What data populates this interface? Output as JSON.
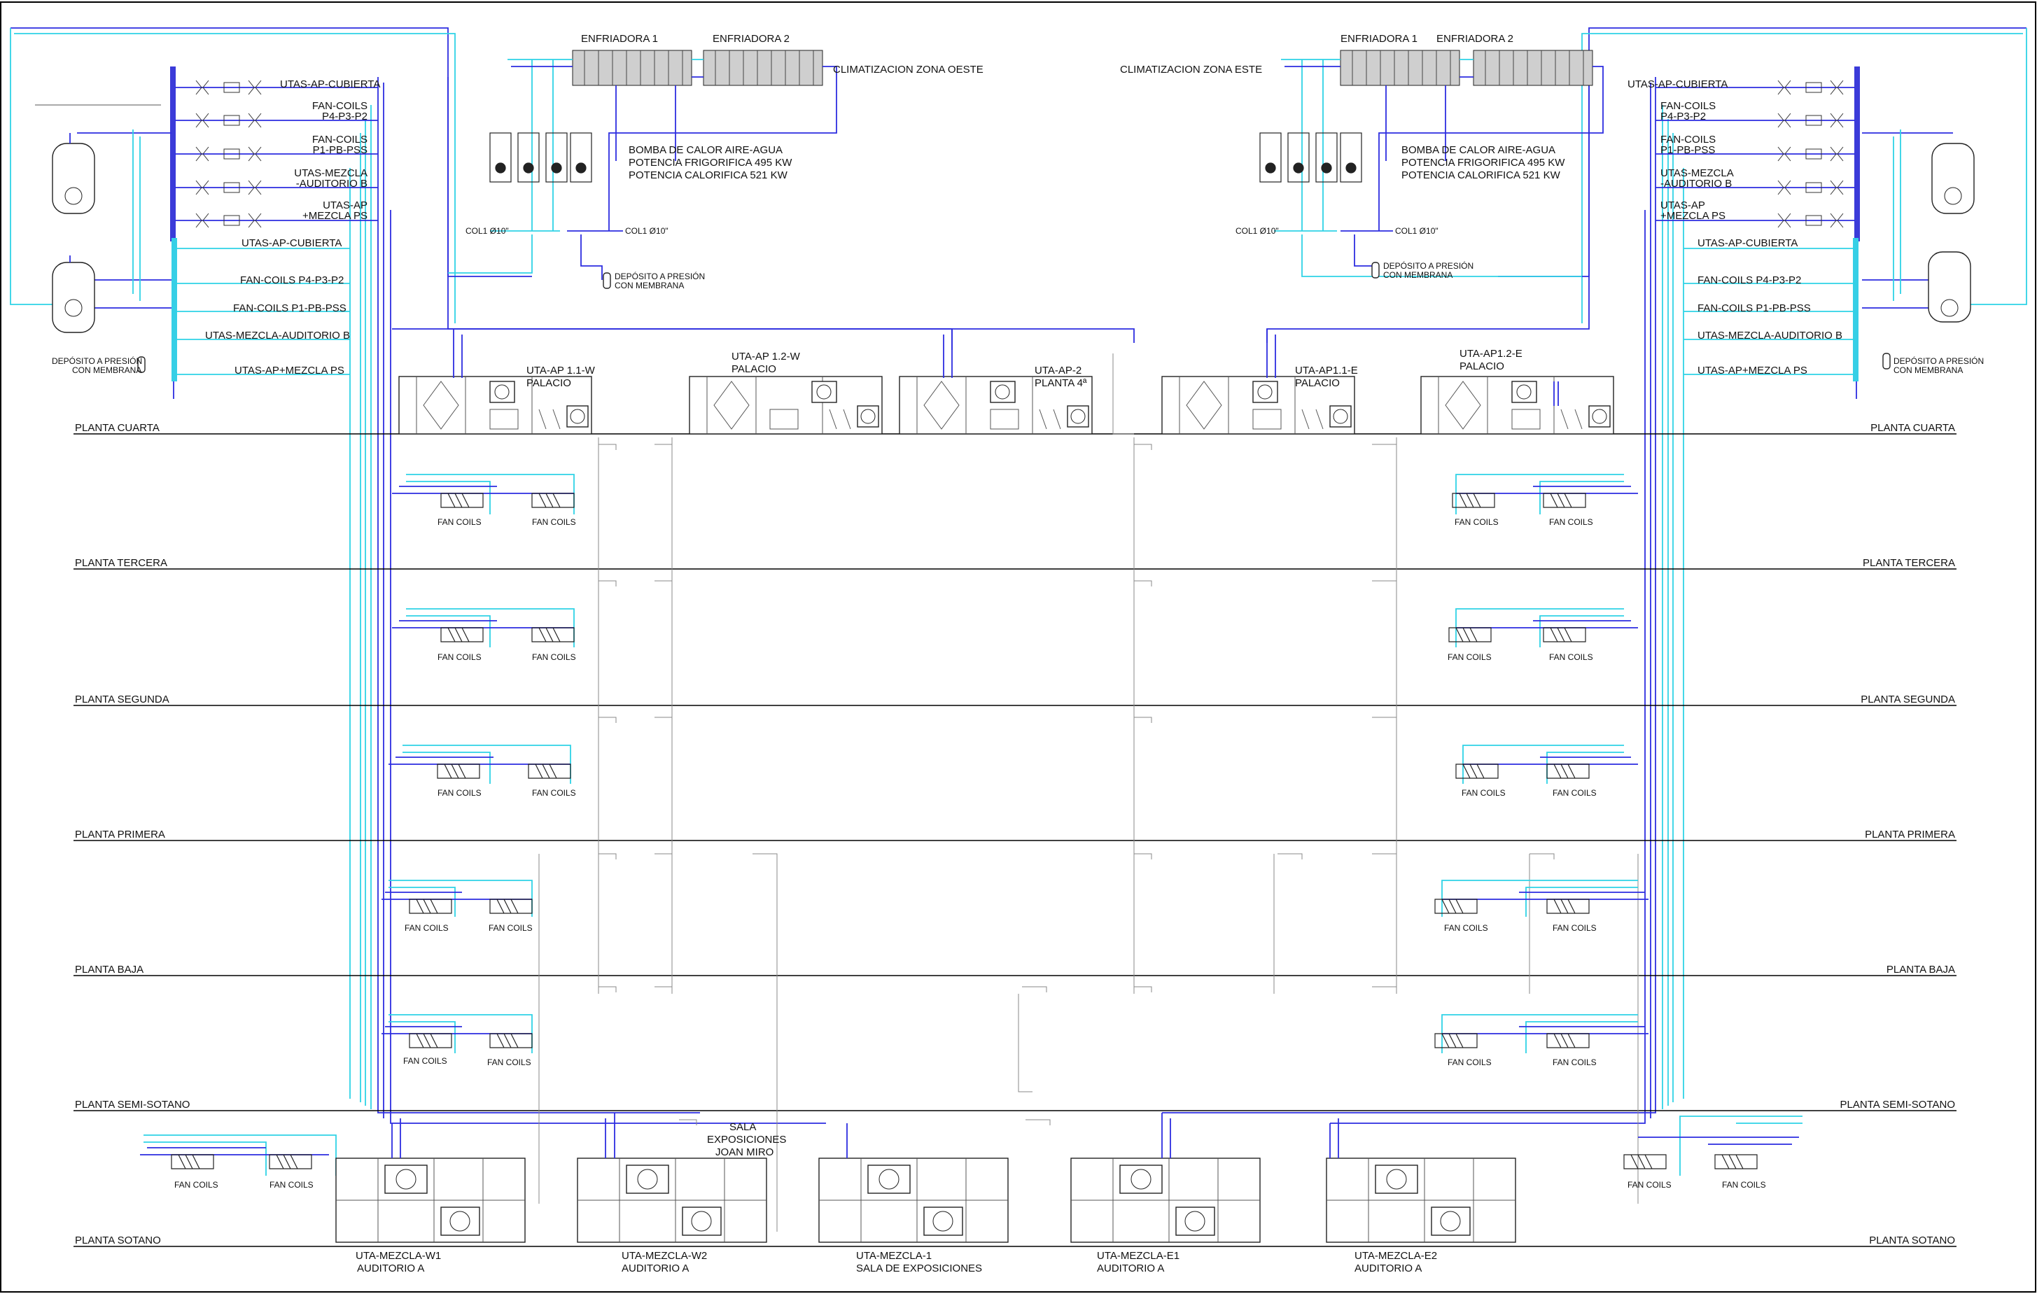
{
  "palette": {
    "supply_pipe": "#2d2de0",
    "return_pipe": "#2fd3e6",
    "drawing_line": "#000000",
    "background": "#ffffff"
  },
  "chillers": {
    "west": {
      "zone_title": "CLIMATIZACION ZONA OESTE",
      "unit_1": "ENFRIADORA 1",
      "unit_2": "ENFRIADORA 2",
      "desc_line_1": "BOMBA DE CALOR AIRE-AGUA",
      "desc_line_2": "POTENCIA FRIGORIFICA 495 KW",
      "desc_line_3": "POTENCIA CALORIFICA 521 KW",
      "col_left": "COL1 Ø10\"",
      "col_right": "COL1 Ø10\"",
      "tank_line_1": "DEPÓSITO A PRESIÓN",
      "tank_line_2": "CON MEMBRANA"
    },
    "east": {
      "zone_title": "CLIMATIZACION ZONA ESTE",
      "unit_1": "ENFRIADORA 1",
      "unit_2": "ENFRIADORA 2",
      "desc_line_1": "BOMBA DE CALOR AIRE-AGUA",
      "desc_line_2": "POTENCIA FRIGORIFICA 495 KW",
      "desc_line_3": "POTENCIA CALORIFICA 521 KW",
      "col_left": "COL1 Ø10\"",
      "col_right": "COL1 Ø10\"",
      "tank_line_1": "DEPÓSITO A PRESIÓN",
      "tank_line_2": "CON MEMBRANA"
    }
  },
  "collectors": {
    "west_upper": [
      "UTAS-AP-CUBIERTA",
      "FAN-COILS",
      "P4-P3-P2",
      "FAN-COILS",
      "P1-PB-PSS",
      "UTAS-MEZCLA",
      "-AUDITORIO B",
      "UTAS-AP",
      "+MEZCLA PS"
    ],
    "west_lower": [
      "UTAS-AP-CUBIERTA",
      "FAN-COILS P4-P3-P2",
      "FAN-COILS P1-PB-PSS",
      "UTAS-MEZCLA-AUDITORIO B",
      "UTAS-AP+MEZCLA PS"
    ],
    "east_upper": [
      "UTAS-AP-CUBIERTA",
      "FAN-COILS",
      "P4-P3-P2",
      "FAN-COILS",
      "P1-PB-PSS",
      "UTAS-MEZCLA",
      "-AUDITORIO B",
      "UTAS-AP",
      "+MEZCLA PS"
    ],
    "east_lower": [
      "UTAS-AP-CUBIERTA",
      "FAN-COILS P4-P3-P2",
      "FAN-COILS P1-PB-PSS",
      "UTAS-MEZCLA-AUDITORIO B",
      "UTAS-AP+MEZCLA PS"
    ],
    "west_tank_line_1": "DEPÓSITO A PRESIÓN",
    "west_tank_line_2": "CON MEMBRANA",
    "east_tank_line_1": "DEPÓSITO A PRESIÓN",
    "east_tank_line_2": "CON MEMBRANA"
  },
  "floors": [
    "PLANTA CUARTA",
    "PLANTA TERCERA",
    "PLANTA SEGUNDA",
    "PLANTA PRIMERA",
    "PLANTA BAJA",
    "PLANTA SEMI-SOTANO",
    "PLANTA SOTANO"
  ],
  "roof_units": [
    {
      "line_1": "UTA-AP 1.1-W",
      "line_2": "PALACIO"
    },
    {
      "line_1": "UTA-AP 1.2-W",
      "line_2": "PALACIO"
    },
    {
      "line_1": "UTA-AP-2",
      "line_2": "PLANTA 4ª"
    },
    {
      "line_1": "UTA-AP1.1-E",
      "line_2": "PALACIO"
    },
    {
      "line_1": "UTA-AP1.2-E",
      "line_2": "PALACIO"
    }
  ],
  "fan_coil_label": "FAN COILS",
  "sala": {
    "line_1": "SALA",
    "line_2": "EXPOSICIONES",
    "line_3": "JOAN MIRO"
  },
  "basement_units": [
    {
      "line_1": "UTA-MEZCLA-W1",
      "line_2": "AUDITORIO A"
    },
    {
      "line_1": "UTA-MEZCLA-W2",
      "line_2": "AUDITORIO A"
    },
    {
      "line_1": "UTA-MEZCLA-1",
      "line_2": "SALA DE EXPOSICIONES"
    },
    {
      "line_1": "UTA-MEZCLA-E1",
      "line_2": "AUDITORIO A"
    },
    {
      "line_1": "UTA-MEZCLA-E2",
      "line_2": "AUDITORIO A"
    }
  ]
}
